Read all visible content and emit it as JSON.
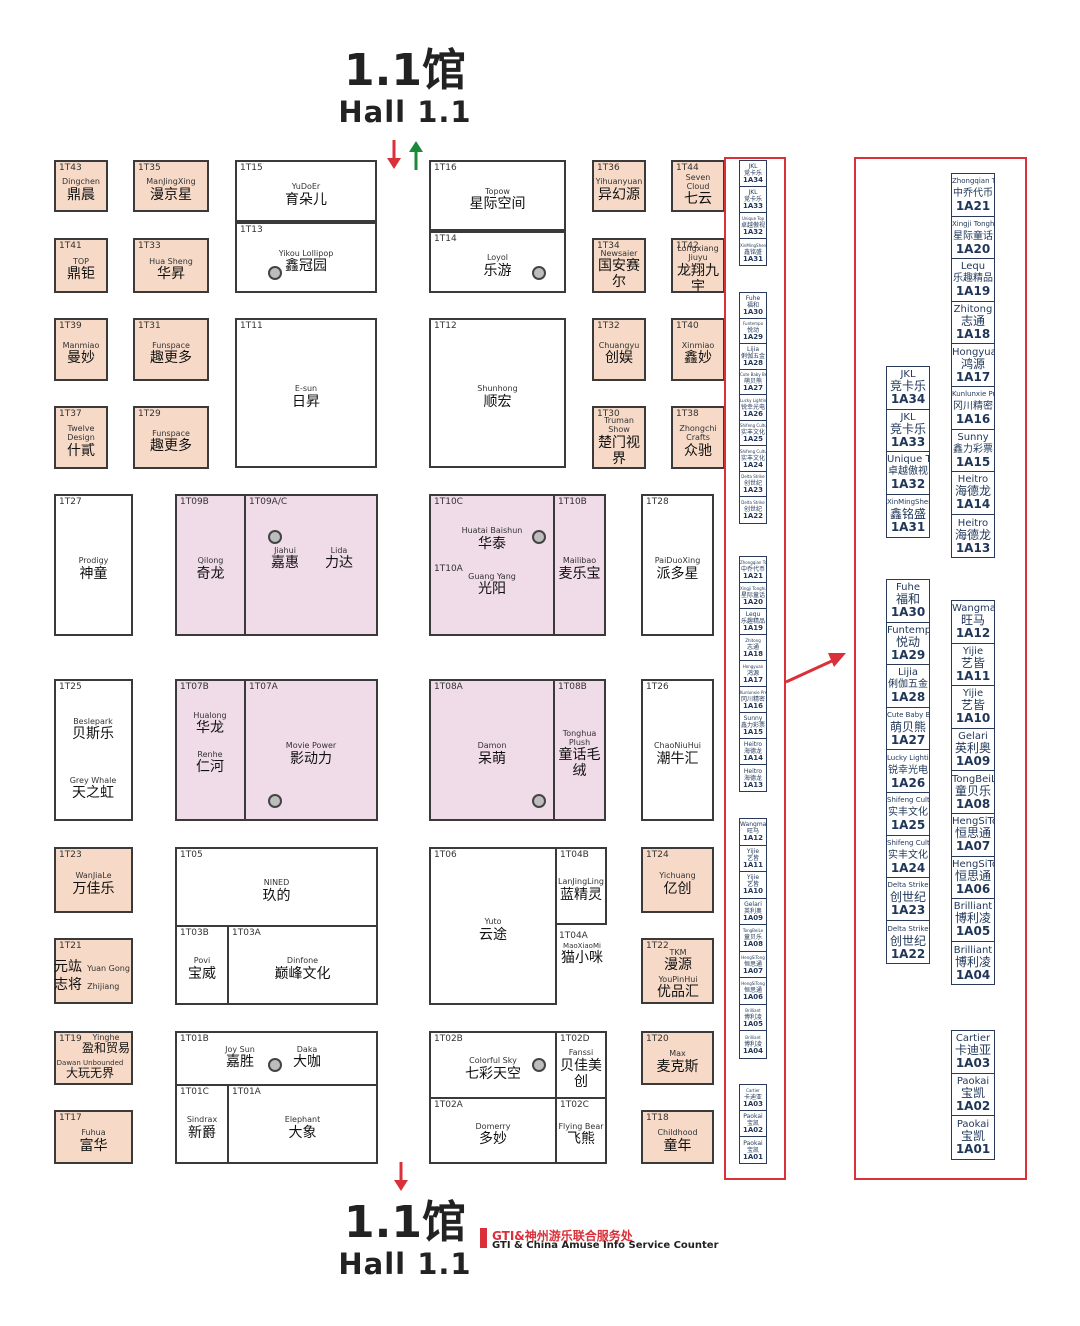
{
  "hall": {
    "cn": "1.1馆",
    "en": "Hall 1.1"
  },
  "footer": {
    "cn": "GTI&神州游乐联合服务处",
    "en": "GTI & China Amuse Info Service Counter"
  },
  "colors": {
    "orange": "#f6dac7",
    "pink": "#f0dbe8",
    "red": "#d9303a",
    "green": "#1a8a3a"
  },
  "booths": [
    {
      "code": "1T43",
      "en": "Dingchen",
      "cn": "鼎晨"
    },
    {
      "code": "1T35",
      "en": "ManJingXing",
      "cn": "漫京星"
    },
    {
      "code": "1T15",
      "en": "YuDoEr",
      "cn": "育朵儿"
    },
    {
      "code": "1T16",
      "en": "Topow",
      "cn": "星际空间"
    },
    {
      "code": "1T36",
      "en": "Yihuanyuan",
      "cn": "异幻源"
    },
    {
      "code": "1T44",
      "en": "Seven Cloud",
      "cn": "七云"
    },
    {
      "code": "1T41",
      "en": "TOP",
      "cn": "鼎钜"
    },
    {
      "code": "1T33",
      "en": "Hua Sheng",
      "cn": "华昇"
    },
    {
      "code": "1T13",
      "en": "Yikou Lollipop",
      "cn": "鑫冠园"
    },
    {
      "code": "1T14",
      "en": "Loyol",
      "cn": "乐游"
    },
    {
      "code": "1T34",
      "en": "Newsaier",
      "cn": "国安赛尔"
    },
    {
      "code": "1T42",
      "en": "Longxiang Jiuyu",
      "cn": "龙翔九宇"
    },
    {
      "code": "1T39",
      "en": "Manmiao",
      "cn": "曼妙"
    },
    {
      "code": "1T31",
      "en": "Funspace",
      "cn": "趣更多"
    },
    {
      "code": "1T11",
      "en": "E-sun",
      "cn": "日昇"
    },
    {
      "code": "1T12",
      "en": "Shunhong",
      "cn": "顺宏"
    },
    {
      "code": "1T32",
      "en": "Chuangyu",
      "cn": "创娱"
    },
    {
      "code": "1T40",
      "en": "Xinmiao",
      "cn": "鑫妙"
    },
    {
      "code": "1T37",
      "en": "Twelve Design",
      "cn": "什貳"
    },
    {
      "code": "1T29",
      "en": "Funspace",
      "cn": "趣更多"
    },
    {
      "code": "1T30",
      "en": "Truman Show",
      "cn": "楚门视界"
    },
    {
      "code": "1T38",
      "en": "Zhongchi Crafts",
      "cn": "众驰"
    },
    {
      "code": "1T27",
      "en": "Prodigy",
      "cn": "神童"
    },
    {
      "code": "1T09B",
      "en": "Qilong",
      "cn": "奇龙"
    },
    {
      "code": "1T09A/C",
      "en": "",
      "cn": ""
    },
    {
      "code": "1T10C",
      "en": "Huatai Baishun",
      "cn": "华泰"
    },
    {
      "code": "1T10B",
      "en": "Mailibao",
      "cn": "麦乐宝"
    },
    {
      "code": "1T28",
      "en": "PaiDuoXing",
      "cn": "派多星"
    },
    {
      "code": "1T25",
      "en": "",
      "cn": ""
    },
    {
      "code": "1T07B",
      "en": "",
      "cn": ""
    },
    {
      "code": "1T07A",
      "en": "Movie Power",
      "cn": "影动力"
    },
    {
      "code": "1T08A",
      "en": "Damon",
      "cn": "呆萌"
    },
    {
      "code": "1T08B",
      "en": "Tonghua Plush",
      "cn": "童话毛绒"
    },
    {
      "code": "1T26",
      "en": "ChaoNiuHui",
      "cn": "潮牛汇"
    },
    {
      "code": "1T23",
      "en": "WanJiaLe",
      "cn": "万佳乐"
    },
    {
      "code": "1T05",
      "en": "NINED",
      "cn": "玖的"
    },
    {
      "code": "1T06",
      "en": "Yuto",
      "cn": "云途"
    },
    {
      "code": "1T04B",
      "en": "LanJingLing",
      "cn": "蓝精灵"
    },
    {
      "code": "1T24",
      "en": "Yichuang",
      "cn": "亿创"
    },
    {
      "code": "1T21",
      "en": "",
      "cn": ""
    },
    {
      "code": "1T03B",
      "en": "Povi",
      "cn": "宝威"
    },
    {
      "code": "1T03A",
      "en": "Dinfone",
      "cn": "巅峰文化"
    },
    {
      "code": "1T22",
      "en": "",
      "cn": ""
    },
    {
      "code": "1T19",
      "en": "",
      "cn": ""
    },
    {
      "code": "1T01B",
      "en": "",
      "cn": ""
    },
    {
      "code": "1T02B",
      "en": "Colorful Sky",
      "cn": "七彩天空"
    },
    {
      "code": "1T02D",
      "en": "Fanssi",
      "cn": "贝佳美创"
    },
    {
      "code": "1T20",
      "en": "Max",
      "cn": "麦克斯"
    },
    {
      "code": "1T17",
      "en": "Fuhua",
      "cn": "富华"
    },
    {
      "code": "1T01C",
      "en": "Sindrax",
      "cn": "新爵"
    },
    {
      "code": "1T01A",
      "en": "Elephant",
      "cn": "大象"
    },
    {
      "code": "1T02A",
      "en": "Domerry",
      "cn": "多妙"
    },
    {
      "code": "1T02C",
      "en": "Flying Bear",
      "cn": "飞熊"
    },
    {
      "code": "1T18",
      "en": "Childhood",
      "cn": "童年"
    }
  ],
  "subs": {
    "jiahui": {
      "en": "Jiahui",
      "cn": "嘉惠"
    },
    "lida": {
      "en": "Lida",
      "cn": "力达"
    },
    "code10a": "1T10A",
    "guangyang": {
      "en": "Guang Yang",
      "cn": "光阳"
    },
    "beslepark": {
      "en": "Beslepark",
      "cn": "贝斯乐"
    },
    "greywhale": {
      "en": "Grey Whale",
      "cn": "天之虹"
    },
    "hualong": {
      "en": "Hualong",
      "cn": "华龙"
    },
    "renhe": {
      "en": "Renhe",
      "cn": "仁河"
    },
    "code04a": "1T04A",
    "maoxiaomi": {
      "en": "MaoXiaoMi",
      "cn": "猫小咪"
    },
    "yuangong": {
      "cn1": "元竑",
      "en1": "Yuan Gong",
      "cn2": "志将",
      "en2": "Zhijiang"
    },
    "tkm": {
      "en": "TKM",
      "cn": "漫源"
    },
    "youpinhui": {
      "en": "YouPinHui",
      "cn": "优品汇"
    },
    "yinghe": {
      "en": "Yinghe",
      "cn": "盈和贸易"
    },
    "dawan": {
      "en": "Dawan Unbounded",
      "cn": "大玩无界"
    },
    "joysun": {
      "en": "Joy Sun",
      "cn": "嘉胜"
    },
    "daka": {
      "en": "Daka",
      "cn": "大咖"
    }
  },
  "col_left": [
    {
      "en": "Zhongqian Token",
      "cn": "中乔代币",
      "code": "1A21"
    },
    {
      "en": "Xingji Tonghua",
      "cn": "星际童话",
      "code": "1A20"
    },
    {
      "en": "Lequ",
      "cn": "乐趣精品",
      "code": "1A19"
    },
    {
      "en": "Zhitong",
      "cn": "志通",
      "code": "1A18"
    },
    {
      "en": "Hongyuan",
      "cn": "鸿源",
      "code": "1A17"
    },
    {
      "en": "Kunlunxie Precision",
      "cn": "冈川精密",
      "code": "1A16"
    },
    {
      "en": "Sunny",
      "cn": "鑫力彩票",
      "code": "1A15"
    },
    {
      "en": "Heitro",
      "cn": "海德龙",
      "code": "1A14"
    },
    {
      "en": "Heitro",
      "cn": "海德龙",
      "code": "1A13"
    }
  ],
  "col_mid_a": [
    {
      "en": "JKL",
      "cn": "竞卡乐",
      "code": "1A34"
    },
    {
      "en": "JKL",
      "cn": "竞卡乐",
      "code": "1A33"
    },
    {
      "en": "Unique Top",
      "cn": "卓越傲视",
      "code": "1A32"
    },
    {
      "en": "XinMingSheng",
      "cn": "鑫铭盛",
      "code": "1A31"
    }
  ],
  "col_mid_b": [
    {
      "en": "Fuhe",
      "cn": "福和",
      "code": "1A30"
    },
    {
      "en": "Funtempo",
      "cn": "悦动",
      "code": "1A29"
    },
    {
      "en": "Lijia",
      "cn": "俐伽五金",
      "code": "1A28"
    },
    {
      "en": "Cute Baby Bear",
      "cn": "萌贝熊",
      "code": "1A27"
    },
    {
      "en": "Lucky Lighting",
      "cn": "锐幸光电",
      "code": "1A26"
    },
    {
      "en": "Shifeng Cultural",
      "cn": "实丰文化",
      "code": "1A25"
    },
    {
      "en": "Shifeng Cultural",
      "cn": "实丰文化",
      "code": "1A24"
    },
    {
      "en": "Delta Strike",
      "cn": "创世纪",
      "code": "1A23"
    },
    {
      "en": "Delta Strike",
      "cn": "创世纪",
      "code": "1A22"
    }
  ],
  "col_right_a": [
    {
      "en": "Wangma",
      "cn": "旺马",
      "code": "1A12"
    },
    {
      "en": "Yijie",
      "cn": "艺皆",
      "code": "1A11"
    },
    {
      "en": "Yijie",
      "cn": "艺皆",
      "code": "1A10"
    },
    {
      "en": "Gelari",
      "cn": "英利奥",
      "code": "1A09"
    },
    {
      "en": "TongBeiLe",
      "cn": "童贝乐",
      "code": "1A08"
    },
    {
      "en": "HengSiTong",
      "cn": "恒思通",
      "code": "1A07"
    },
    {
      "en": "HengSiTong",
      "cn": "恒思通",
      "code": "1A06"
    },
    {
      "en": "Brilliant",
      "cn": "博利凌",
      "code": "1A05"
    },
    {
      "en": "Brilliant",
      "cn": "博利凌",
      "code": "1A04"
    }
  ],
  "col_right_b": [
    {
      "en": "Cartier",
      "cn": "卡迪亚",
      "code": "1A03"
    },
    {
      "en": "Paokai",
      "cn": "宝凯",
      "code": "1A02"
    },
    {
      "en": "Paokai",
      "cn": "宝凯",
      "code": "1A01"
    }
  ],
  "strip1": [
    {
      "en": "JKL",
      "cn": "竞卡乐",
      "code": "1A34"
    },
    {
      "en": "JKL",
      "cn": "竞卡乐",
      "code": "1A33"
    },
    {
      "en": "Unique Top",
      "cn": "卓越傲视",
      "code": "1A32"
    },
    {
      "en": "XinMingSheng",
      "cn": "鑫铭盛",
      "code": "1A31"
    }
  ],
  "strip2": [
    {
      "en": "Fuhe",
      "cn": "福和",
      "code": "1A30"
    },
    {
      "en": "Funtempo",
      "cn": "悦动",
      "code": "1A29"
    },
    {
      "en": "Lijia",
      "cn": "俐伽五金",
      "code": "1A28"
    },
    {
      "en": "Cute Baby Bear",
      "cn": "萌贝熊",
      "code": "1A27"
    },
    {
      "en": "Lucky Lighting",
      "cn": "锐幸光电",
      "code": "1A26"
    },
    {
      "en": "Shifeng Cultural",
      "cn": "实丰文化",
      "code": "1A25"
    },
    {
      "en": "Shifeng Cultural",
      "cn": "实丰文化",
      "code": "1A24"
    },
    {
      "en": "Delta Strike",
      "cn": "创世纪",
      "code": "1A23"
    },
    {
      "en": "Delta Strike",
      "cn": "创世纪",
      "code": "1A22"
    }
  ],
  "strip3": [
    {
      "en": "Zhongqian Token",
      "cn": "中乔代币",
      "code": "1A21"
    },
    {
      "en": "Xingji Tonghua",
      "cn": "星际童话",
      "code": "1A20"
    },
    {
      "en": "Lequ",
      "cn": "乐趣精品",
      "code": "1A19"
    },
    {
      "en": "Zhitong",
      "cn": "志通",
      "code": "1A18"
    },
    {
      "en": "Hongyuan",
      "cn": "鸿源",
      "code": "1A17"
    },
    {
      "en": "Kunlunxie Precision",
      "cn": "冈川精密",
      "code": "1A16"
    },
    {
      "en": "Sunny",
      "cn": "鑫力彩票",
      "code": "1A15"
    },
    {
      "en": "Heitro",
      "cn": "海德龙",
      "code": "1A14"
    },
    {
      "en": "Heitro",
      "cn": "海德龙",
      "code": "1A13"
    }
  ],
  "strip4": [
    {
      "en": "Wangma",
      "cn": "旺马",
      "code": "1A12"
    },
    {
      "en": "Yijie",
      "cn": "艺皆",
      "code": "1A11"
    },
    {
      "en": "Yijie",
      "cn": "艺皆",
      "code": "1A10"
    },
    {
      "en": "Gelari",
      "cn": "英利奥",
      "code": "1A09"
    },
    {
      "en": "TongBeiLe",
      "cn": "童贝乐",
      "code": "1A08"
    },
    {
      "en": "HengSiTong",
      "cn": "恒思通",
      "code": "1A07"
    },
    {
      "en": "HengSiTong",
      "cn": "恒思通",
      "code": "1A06"
    },
    {
      "en": "Brilliant",
      "cn": "博利凌",
      "code": "1A05"
    },
    {
      "en": "Brilliant",
      "cn": "博利凌",
      "code": "1A04"
    }
  ],
  "strip5": [
    {
      "en": "Cartier",
      "cn": "卡迪亚",
      "code": "1A03"
    },
    {
      "en": "Paokai",
      "cn": "宝凯",
      "code": "1A02"
    },
    {
      "en": "Paokai",
      "cn": "宝凯",
      "code": "1A01"
    }
  ]
}
